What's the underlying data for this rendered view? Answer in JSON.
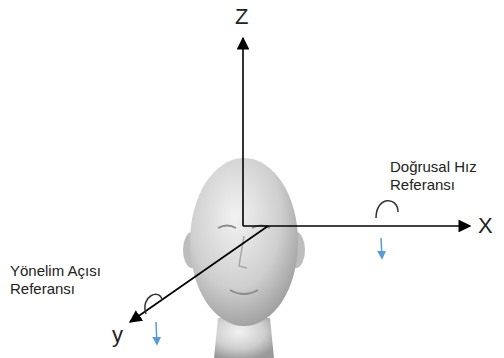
{
  "diagram": {
    "labels": [
      "Z",
      "X",
      "y",
      "Doğrusal Hız Referansı",
      "Yönelim Açısı Referansı"
    ]
  }
}
